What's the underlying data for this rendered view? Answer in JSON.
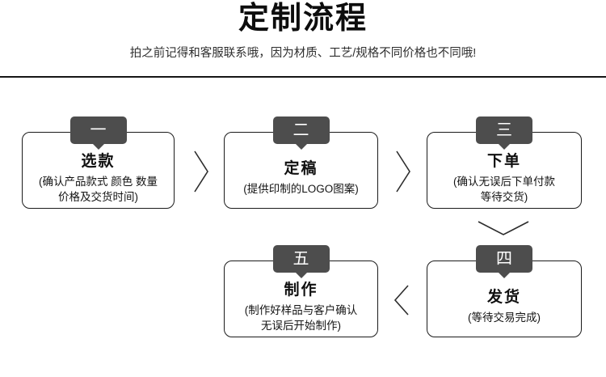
{
  "header": {
    "title": "定制流程",
    "subtitle": "拍之前记得和客服联系哦，因为材质、工艺/规格不同价格也不同哦!"
  },
  "colors": {
    "badge_background": "#4d4d4d",
    "badge_text": "#ffffff",
    "box_border": "#1b1b1b",
    "divider": "#161616",
    "arrow": "#2d2d2d",
    "background": "#ffffff",
    "text": "#141414"
  },
  "steps": [
    {
      "num": "一",
      "title": "选款",
      "desc_lines": [
        "(确认产品款式 颜色 数量",
        "价格及交货时间)"
      ]
    },
    {
      "num": "二",
      "title": "定稿",
      "desc_lines": [
        "(提供印制的LOGO图案)"
      ]
    },
    {
      "num": "三",
      "title": "下单",
      "desc_lines": [
        "(确认无误后下单付款",
        "等待交货)"
      ]
    },
    {
      "num": "四",
      "title": "发货",
      "desc_lines": [
        "(等待交易完成)"
      ]
    },
    {
      "num": "五",
      "title": "制作",
      "desc_lines": [
        "(制作好样品与客户确认",
        "无误后开始制作)"
      ]
    }
  ],
  "flow": {
    "arrows": [
      "right",
      "right",
      "down",
      "left"
    ]
  }
}
